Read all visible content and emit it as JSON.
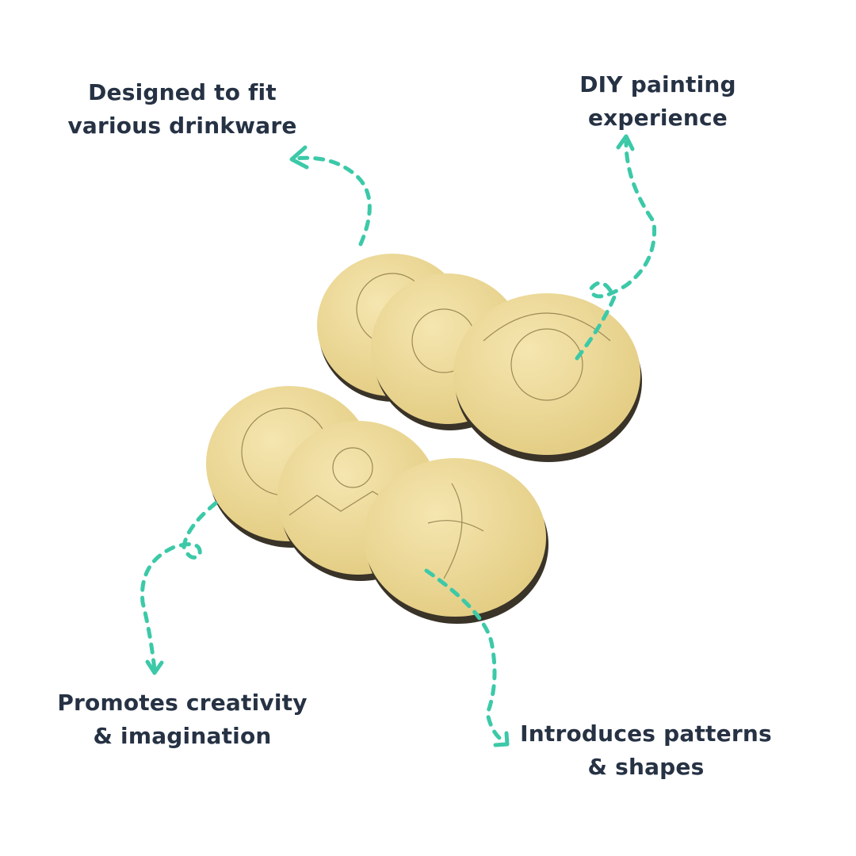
{
  "colors": {
    "text": "#263244",
    "accent": "#3cc9a8",
    "wood": "#ecd99a",
    "wood_edge": "#3a3328",
    "engraving": "#9c8a55"
  },
  "callouts": {
    "top_left": {
      "line1": "Designed to fit",
      "line2": "various drinkware"
    },
    "top_right": {
      "line1": "DIY painting",
      "line2": "experience"
    },
    "bottom_left": {
      "line1": "Promotes creativity",
      "line2": "& imagination"
    },
    "bottom_right": {
      "line1": "Introduces patterns",
      "line2": "& shapes"
    }
  }
}
